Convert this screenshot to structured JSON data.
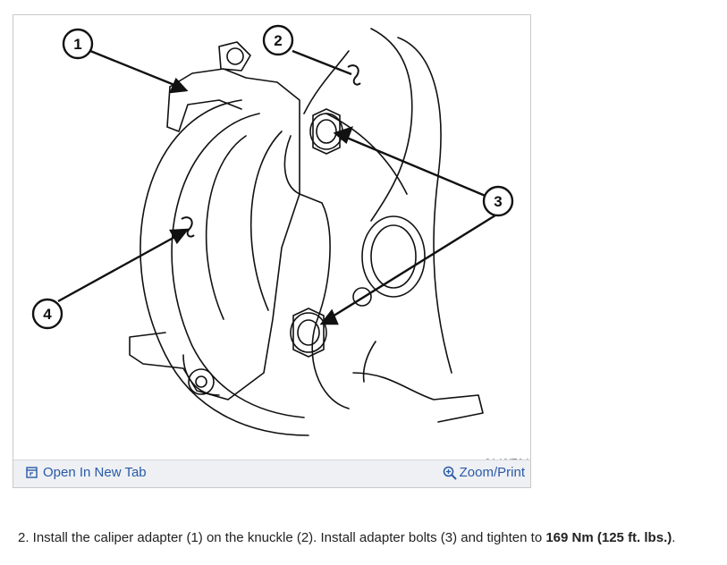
{
  "figure": {
    "callouts": [
      "1",
      "2",
      "3",
      "4"
    ],
    "figure_id": "8140f704",
    "open_tab_label": "Open In New Tab",
    "zoom_label": "Zoom/Print",
    "icons": {
      "open_tab": "open-new-tab-icon",
      "zoom": "magnifier-icon"
    }
  },
  "instruction": {
    "text_prefix": "2. Install the caliper adapter (1) on the knuckle (2). Install adapter bolts (3) and tighten to ",
    "torque_value": "169 Nm (125 ft. lbs.)",
    "text_suffix": "."
  }
}
